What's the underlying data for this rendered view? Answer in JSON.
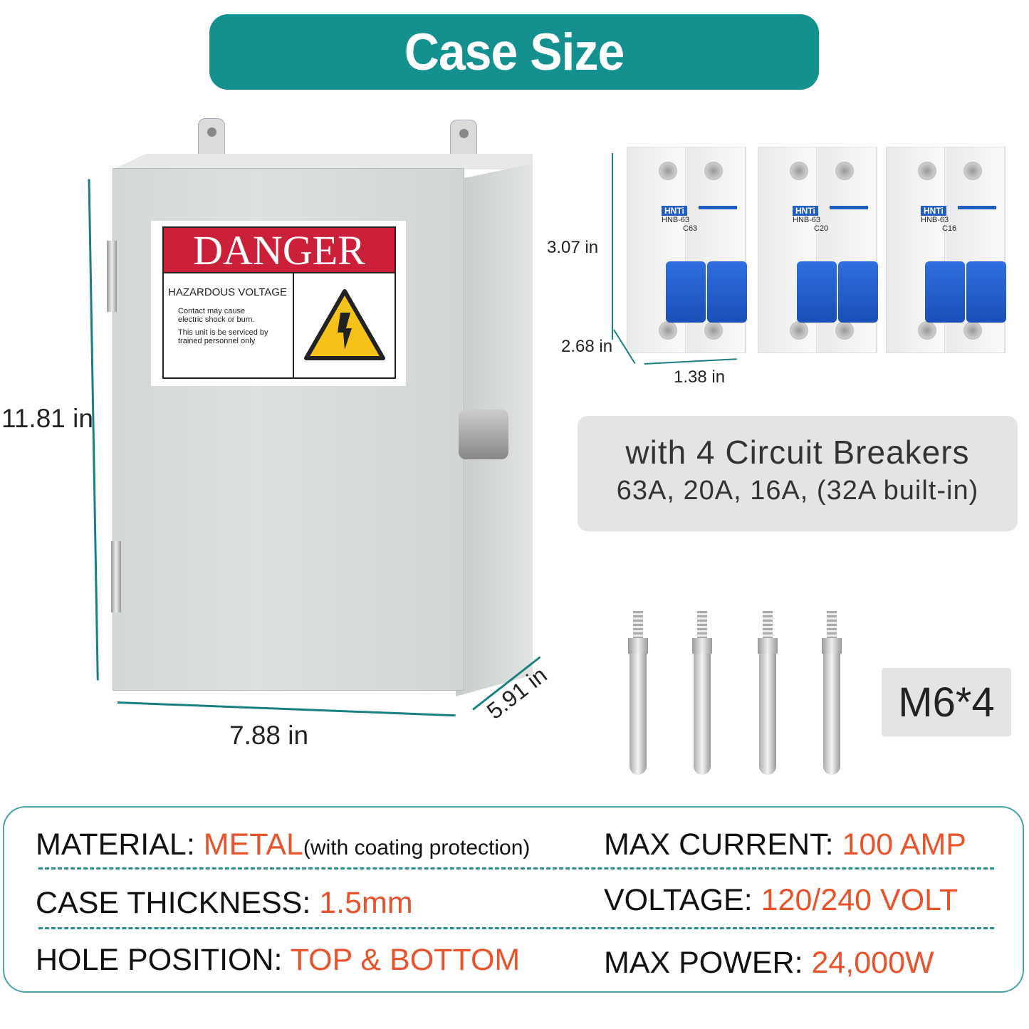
{
  "title": "Case Size",
  "dimensions": {
    "height": "11.81 in",
    "width": "7.88 in",
    "depth": "5.91 in",
    "breaker_height": "3.07 in",
    "breaker_depth": "2.68 in",
    "breaker_width": "1.38 in"
  },
  "danger_label": {
    "header": "DANGER",
    "subtitle": "HAZARDOUS VOLTAGE",
    "line1": "Contact may cause electric shock or burn.",
    "line2": "This unit is be serviced by trained personnel only"
  },
  "breakers": [
    {
      "brand": "HNTi",
      "model": "HNB-63",
      "rating": "C63"
    },
    {
      "brand": "HNTi",
      "model": "HNB-63",
      "rating": "C20"
    },
    {
      "brand": "HNTi",
      "model": "HNB-63",
      "rating": "C16"
    }
  ],
  "circuit_breakers": {
    "title": "with 4 Circuit Breakers",
    "subtitle": "63A, 20A, 16A, (32A built-in)"
  },
  "bolts": {
    "label": "M6*4"
  },
  "specs": [
    {
      "label": "MATERIAL: ",
      "value": "METAL",
      "note": "(with coating protection)"
    },
    {
      "label": "MAX CURRENT: ",
      "value": "100 AMP"
    },
    {
      "label": "CASE THICKNESS: ",
      "value": "1.5mm"
    },
    {
      "label": "VOLTAGE: ",
      "value": "120/240 VOLT"
    },
    {
      "label": "HOLE POSITION: ",
      "value": "TOP & BOTTOM"
    },
    {
      "label": "MAX POWER: ",
      "value": "24,000W"
    }
  ],
  "colors": {
    "teal": "#14908f",
    "accent": "#e8532b",
    "danger_red": "#cc1f3a"
  }
}
